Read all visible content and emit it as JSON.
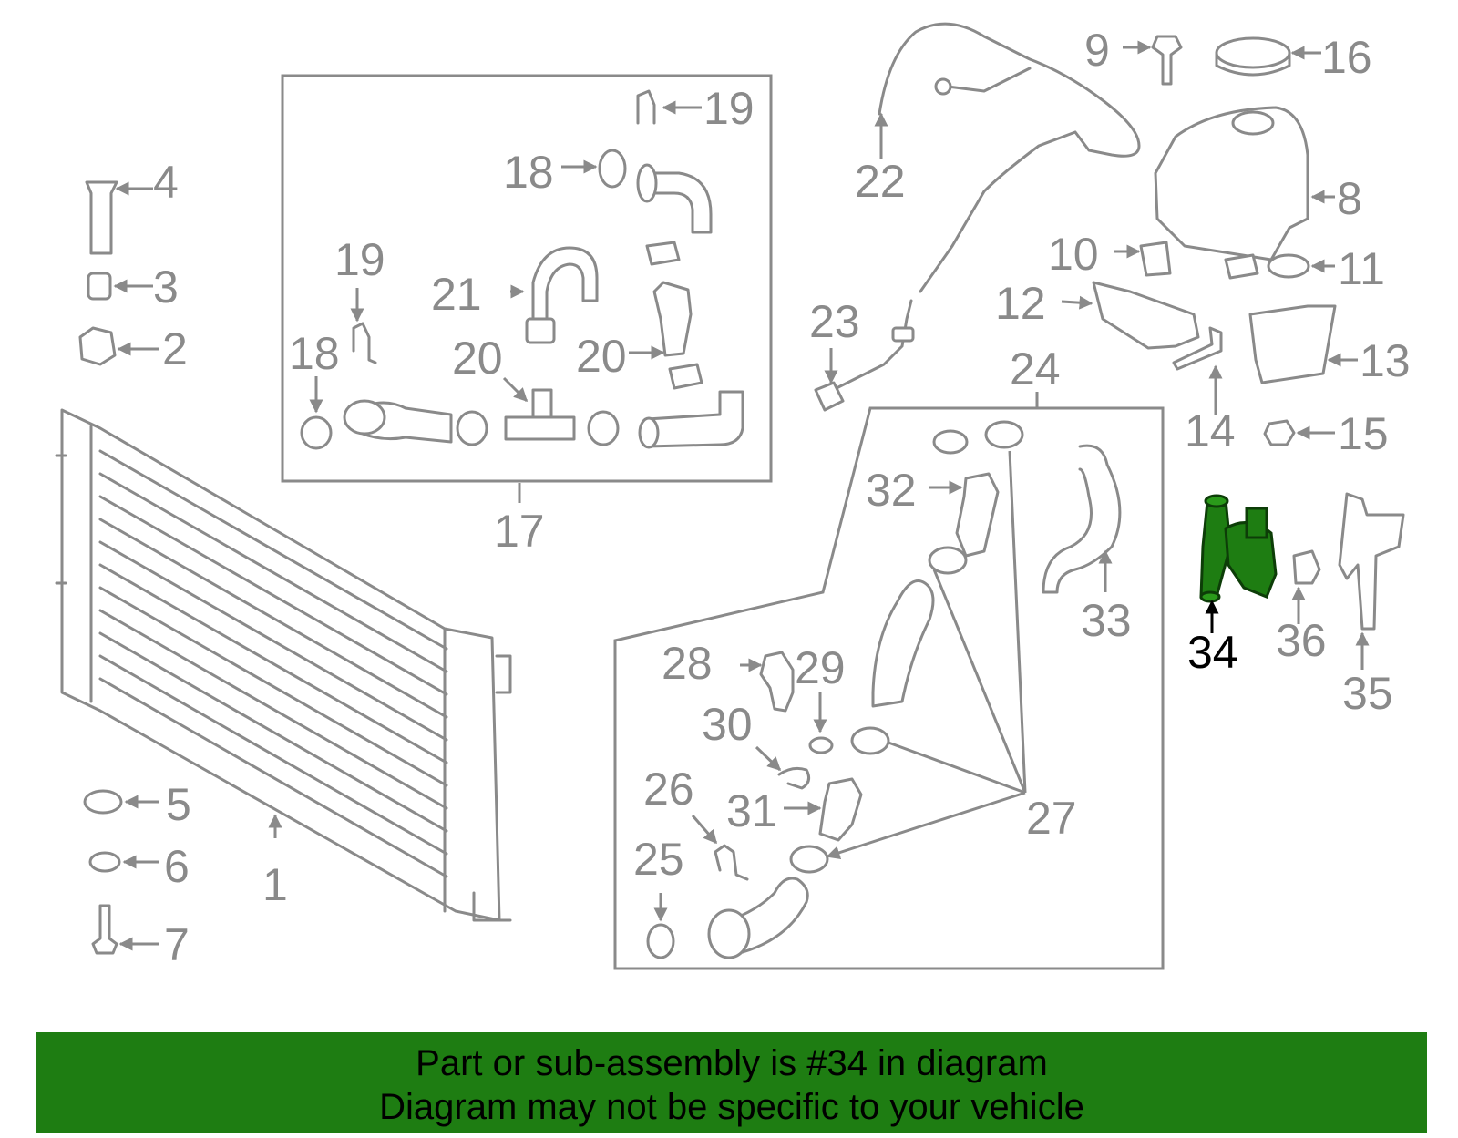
{
  "diagram": {
    "highlight_color": "#1e7d12",
    "line_color": "#8a8a8a",
    "highlighted_part": "34",
    "callouts": [
      "1",
      "2",
      "3",
      "4",
      "5",
      "6",
      "7",
      "8",
      "9",
      "10",
      "11",
      "12",
      "13",
      "14",
      "15",
      "16",
      "17",
      "18",
      "18",
      "19",
      "19",
      "20",
      "20",
      "21",
      "22",
      "23",
      "24",
      "25",
      "26",
      "27",
      "28",
      "29",
      "30",
      "31",
      "32",
      "33",
      "34",
      "35",
      "36"
    ]
  },
  "banner": {
    "line1": "Part or sub-assembly is #34 in diagram",
    "line2": "Diagram may not be specific to your vehicle",
    "background": "#1e7d12"
  }
}
